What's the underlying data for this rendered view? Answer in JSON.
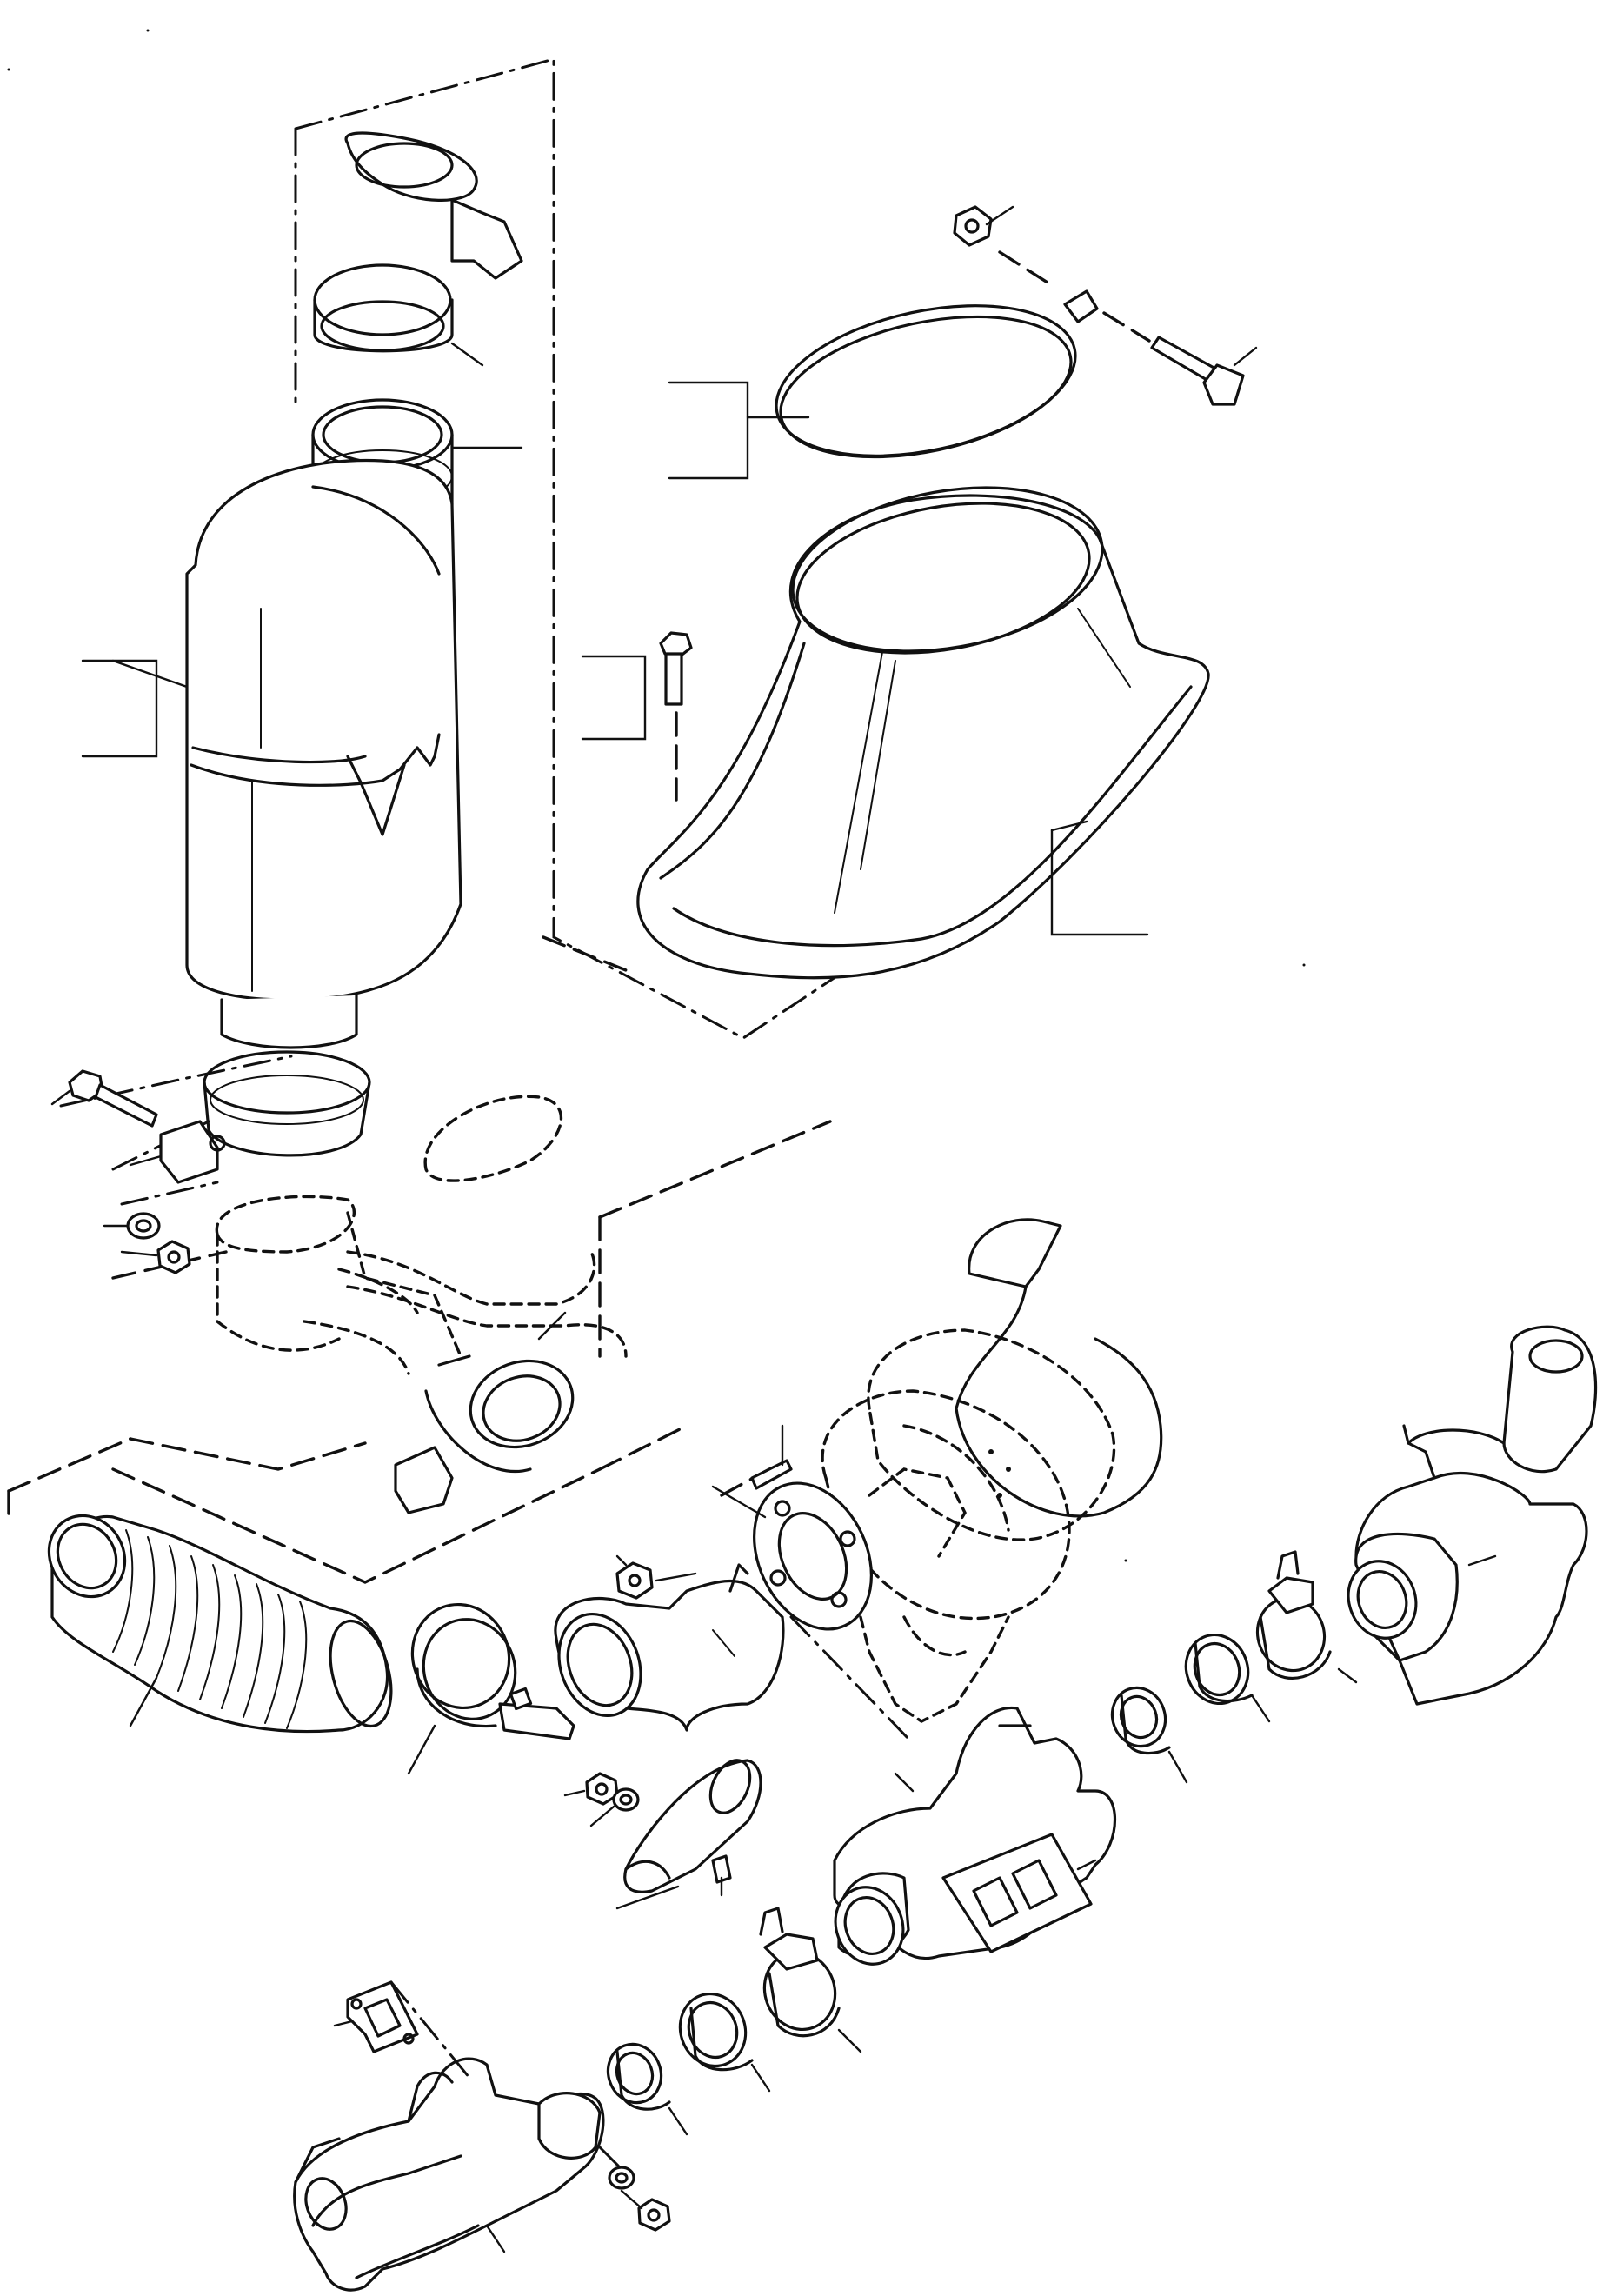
{
  "figure": {
    "kind": "exploded-parts-diagram",
    "subject": "exhaust system",
    "printed_text": []
  },
  "callouts": [
    "muffler-clamp-top",
    "muffler-outlet-pipe",
    "muffler",
    "band-clamp",
    "clamp-nut",
    "clamp-bolt",
    "exhaust-cone",
    "cone-bolt",
    "cone-bracket",
    "lower-clamp-bolt",
    "lower-muffler-clamp",
    "washer",
    "nut",
    "turbo-outlet-clamp",
    "flex-bellows-pipe",
    "bellows-clamp",
    "elbow-pipe",
    "turbo-gasket",
    "stud",
    "turbo-nut",
    "heat-shield",
    "shield-nut",
    "shield-washer",
    "center-manifold",
    "manifold-gasket",
    "rear-manifold",
    "rear-clamp",
    "rear-sleeve-large",
    "rear-sleeve-small",
    "front-clamp",
    "front-sleeve-large",
    "front-sleeve-small",
    "front-manifold",
    "front-gasket",
    "front-washer",
    "front-nut"
  ]
}
